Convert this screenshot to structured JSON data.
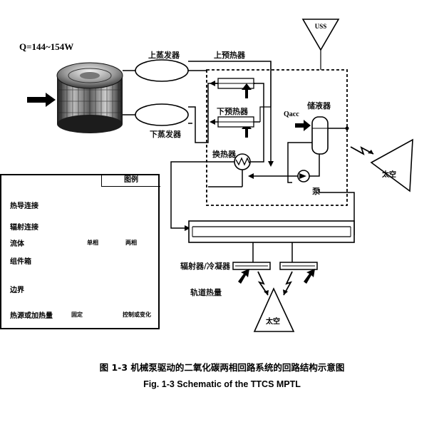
{
  "heat_load_label": "Q=144~154W",
  "boundary_label": "USS",
  "components": {
    "upper_evaporator": "上蒸发器",
    "lower_evaporator": "下蒸发器",
    "upper_preheater": "上预热器",
    "lower_preheater": "下预热器",
    "heat_exchanger": "换热器",
    "accumulator": "储液器",
    "accumulator_heat": "Qacc",
    "pump": "泵",
    "radiator": "辐射器/冷凝器",
    "orbital_heat": "轨道热量"
  },
  "space_labels": {
    "right": "太空",
    "bottom": "太空"
  },
  "legend": {
    "title": "图例",
    "items": {
      "conduction": "热导连接",
      "radiation": "辐射连接",
      "fluid": "流体",
      "single_phase": "单相",
      "two_phase": "两相",
      "component_box": "组件箱",
      "boundary": "边界",
      "heat_source": "热源或加热量",
      "fixed": "固定",
      "controlled": "控制或变化"
    }
  },
  "caption": {
    "chinese": "图 1-3 机械泵驱动的二氧化碳两相回路系统的回路结构示意图",
    "english": "Fig. 1-3 Schematic of the TTCS MPTL"
  }
}
